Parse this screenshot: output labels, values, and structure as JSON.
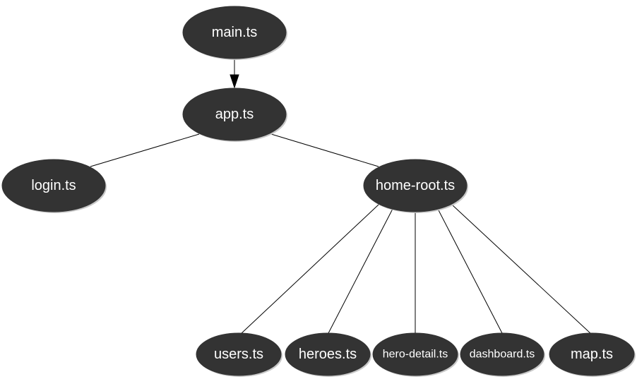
{
  "diagram": {
    "nodes": {
      "main": "main.ts",
      "app": "app.ts",
      "login": "login.ts",
      "home_root": "home-root.ts",
      "users": "users.ts",
      "heroes": "heroes.ts",
      "hero_detail": "hero-detail.ts",
      "dashboard": "dashboard.ts",
      "map": "map.ts"
    },
    "edges": [
      {
        "from": "main.ts",
        "to": "app.ts",
        "directed": true
      },
      {
        "from": "app.ts",
        "to": "login.ts",
        "directed": false
      },
      {
        "from": "app.ts",
        "to": "home-root.ts",
        "directed": false
      },
      {
        "from": "home-root.ts",
        "to": "users.ts",
        "directed": false
      },
      {
        "from": "home-root.ts",
        "to": "heroes.ts",
        "directed": false
      },
      {
        "from": "home-root.ts",
        "to": "hero-detail.ts",
        "directed": false
      },
      {
        "from": "home-root.ts",
        "to": "dashboard.ts",
        "directed": false
      },
      {
        "from": "home-root.ts",
        "to": "map.ts",
        "directed": false
      }
    ],
    "colors": {
      "node_fill": "#333333",
      "node_text": "#ffffff",
      "edge": "#000000"
    }
  }
}
